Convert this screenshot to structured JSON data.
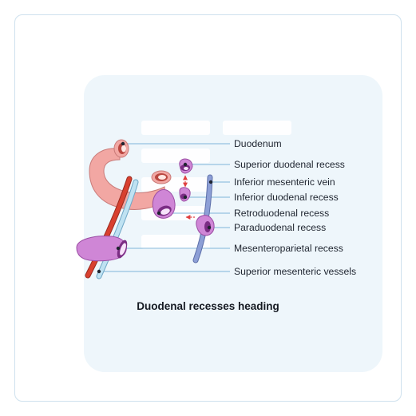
{
  "labels": {
    "duodenum": "Duodenum",
    "superior_duodenal_recess": "Superior duodenal recess",
    "inferior_mesenteric_vein": "Inferior mesenteric vein",
    "inferior_duodenal_recess": "Inferior duodenal recess",
    "retroduodenal_recess": "Retroduodenal recess",
    "paraduodenal_recess": "Paraduodenal recess",
    "mesenteroparietal_recess": "Mesenteroparietal recess",
    "superior_mesenteric_vessels": "Superior mesenteric vessels"
  },
  "heading": "Duodenal recesses heading",
  "colors": {
    "duodenum": "#f2a7a3",
    "recess": "#cf86d6",
    "artery": "#d8402f",
    "vein_imv": "#8d9fd6",
    "vessel_light": "#bfe2f2",
    "leader_line": "#7fb4d9",
    "arrow": "#e04040"
  }
}
